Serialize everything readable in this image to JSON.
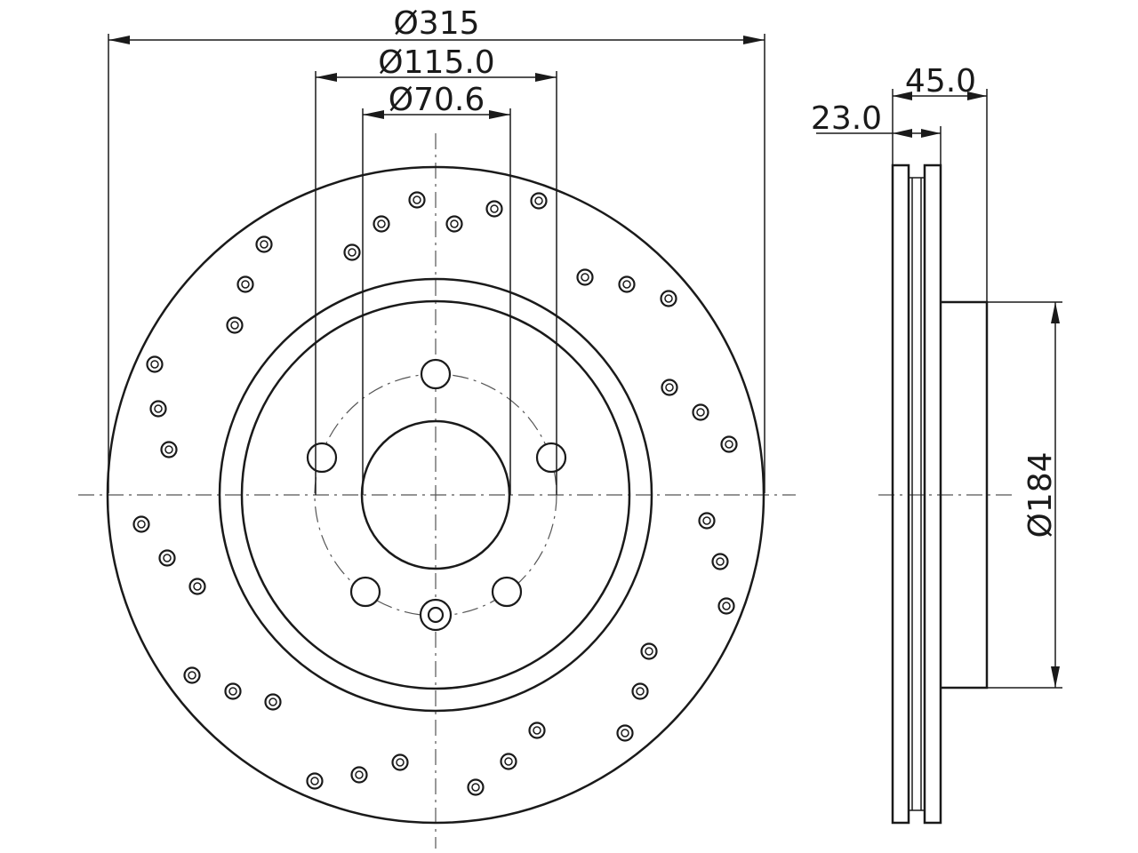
{
  "dimensions": {
    "outer_diameter": "Ø315",
    "bolt_circle": "Ø115.0",
    "center_bore": "Ø70.6",
    "min_thickness": "23.0",
    "total_height": "45.0",
    "hat_diameter": "Ø184"
  }
}
